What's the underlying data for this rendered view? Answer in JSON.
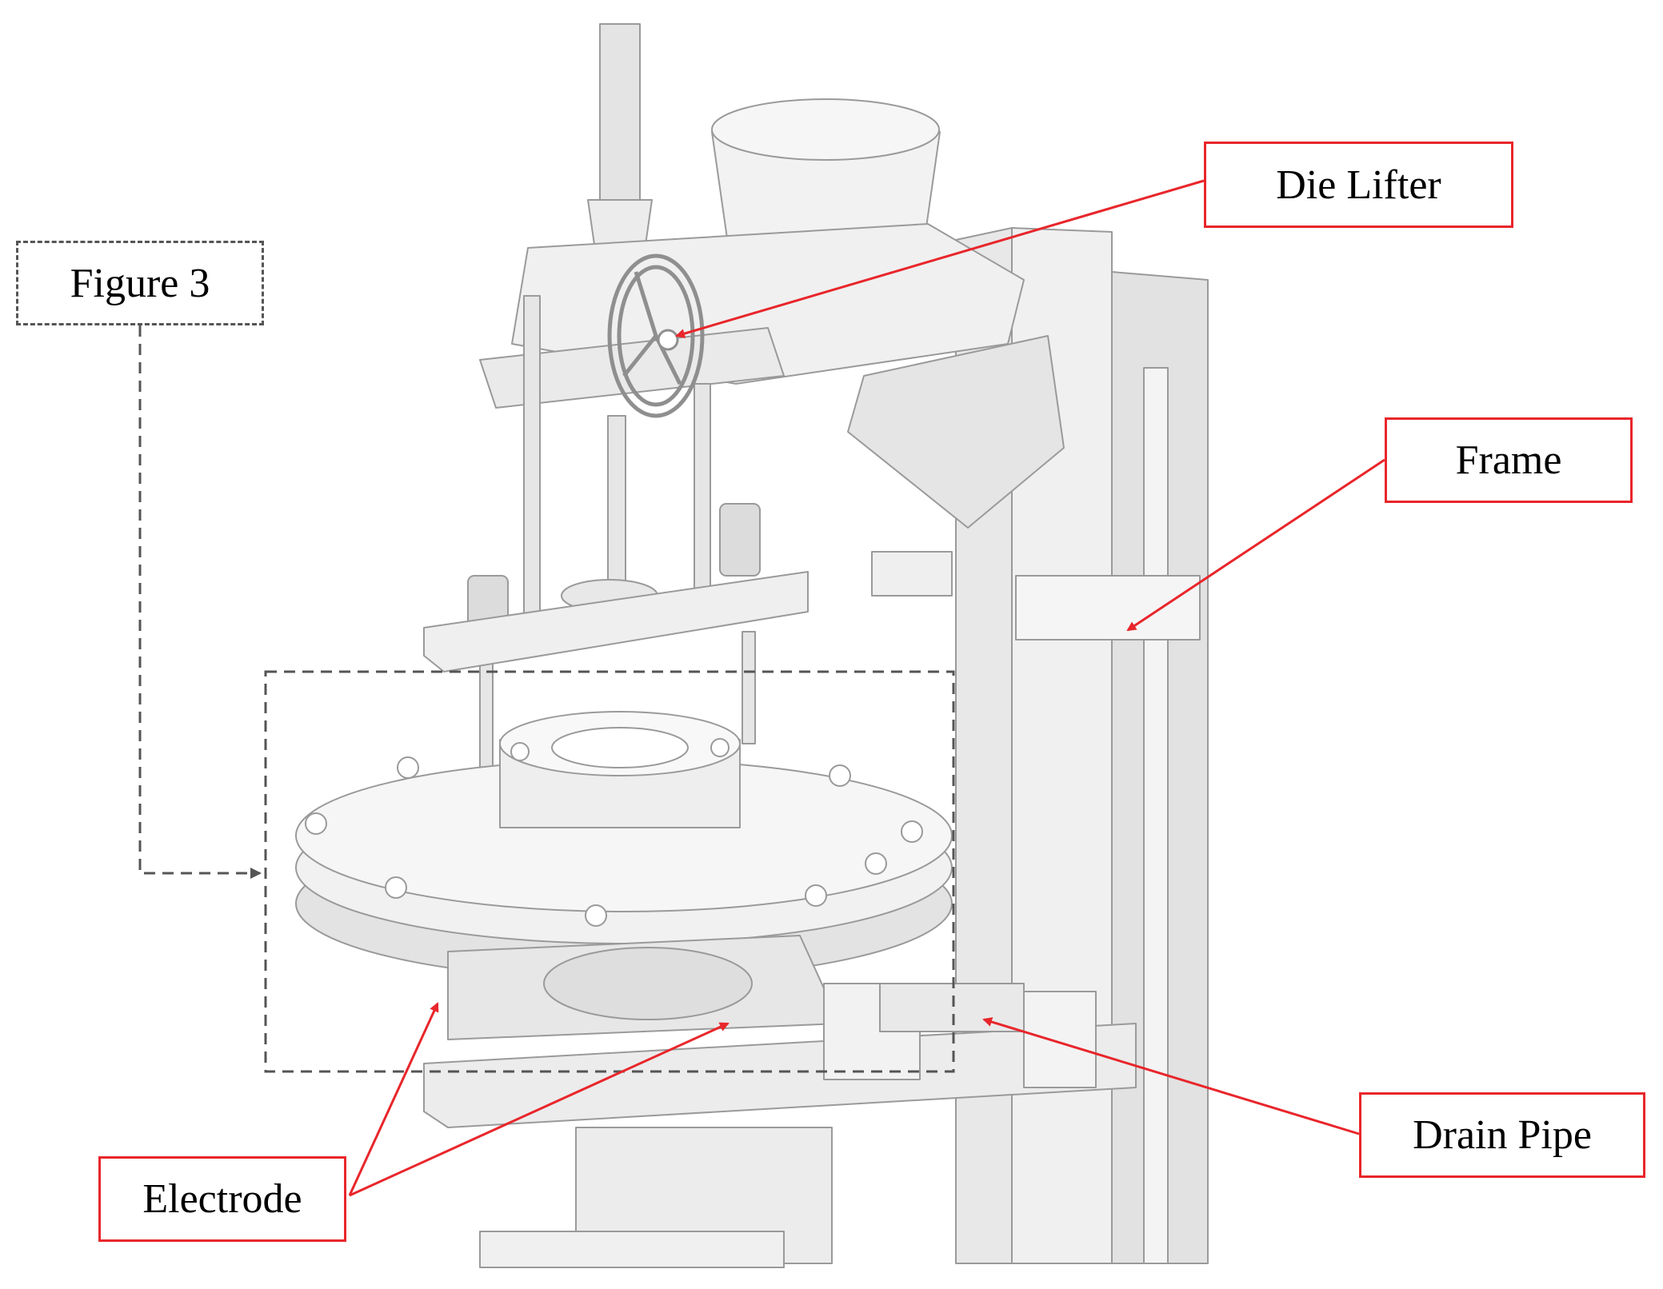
{
  "diagram": {
    "callouts": [
      {
        "id": "die-lifter",
        "label": "Die Lifter"
      },
      {
        "id": "frame",
        "label": "Frame"
      },
      {
        "id": "drain-pipe",
        "label": "Drain Pipe"
      },
      {
        "id": "electrode",
        "label": "Electrode"
      }
    ],
    "figure_reference": {
      "label": "Figure 3"
    },
    "colors": {
      "callout_border": "#e8262b",
      "leader_line": "#e8262b",
      "reference_border": "#555555",
      "machine_fill": "#ececec",
      "machine_stroke": "#9a9a9a"
    }
  }
}
